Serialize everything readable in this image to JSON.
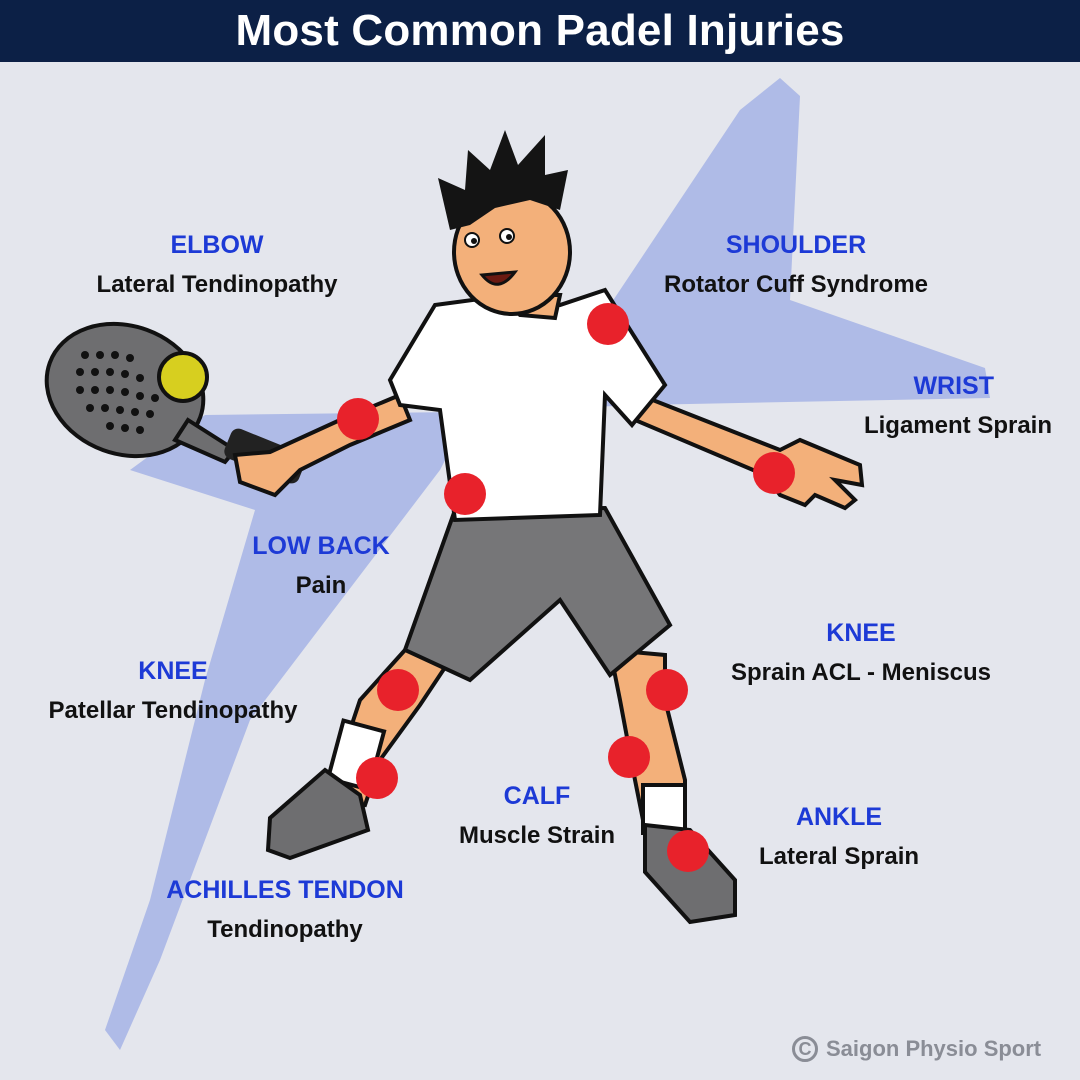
{
  "header": {
    "title": "Most Common Padel Injuries"
  },
  "injuries": [
    {
      "region": "ELBOW",
      "condition": "Lateral Tendinopathy"
    },
    {
      "region": "SHOULDER",
      "condition": "Rotator Cuff Syndrome"
    },
    {
      "region": "WRIST",
      "condition": "Ligament Sprain"
    },
    {
      "region": "LOW BACK",
      "condition": "Pain"
    },
    {
      "region": "KNEE",
      "condition": "Sprain ACL - Meniscus"
    },
    {
      "region": "KNEE",
      "condition": "Patellar Tendinopathy"
    },
    {
      "region": "CALF",
      "condition": "Muscle Strain"
    },
    {
      "region": "ANKLE",
      "condition": "Lateral Sprain"
    },
    {
      "region": "ACHILLES TENDON",
      "condition": "Tendinopathy"
    }
  ],
  "footer": {
    "copyright": "Saigon Physio Sport",
    "copyright_symbol": "C"
  },
  "colors": {
    "header_bg": "#0c2046",
    "region_text": "#1d3ad6",
    "marker": "#e8222b",
    "accent_shape": "#a9b6e6",
    "background": "#e4e6ed"
  }
}
